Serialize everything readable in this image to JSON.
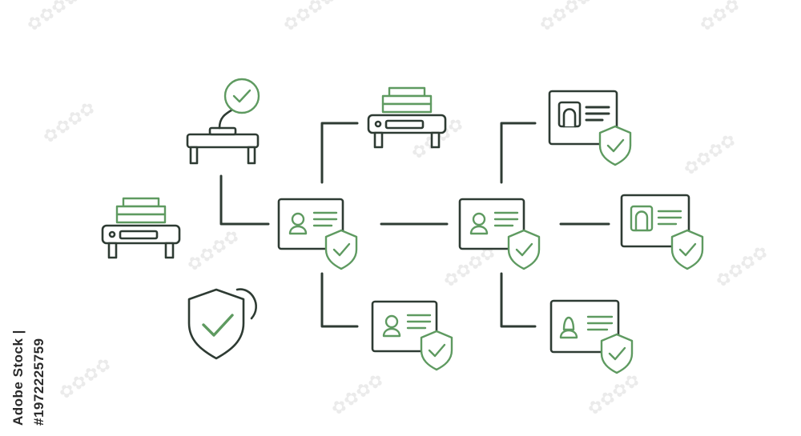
{
  "watermark": {
    "stock_id": "Adobe Stock | #1972225759"
  },
  "colors": {
    "line": "#2e3b33",
    "accent_green": "#5e9a60",
    "background": "#ffffff"
  },
  "icons": {
    "server-stack-icon": "server with stacked green blocks",
    "printer-approved-icon": "device with check-mark speech bubble",
    "id-card-verified-icon": "ID card with green shield check",
    "shield-check-icon": "large shield with check mark"
  }
}
